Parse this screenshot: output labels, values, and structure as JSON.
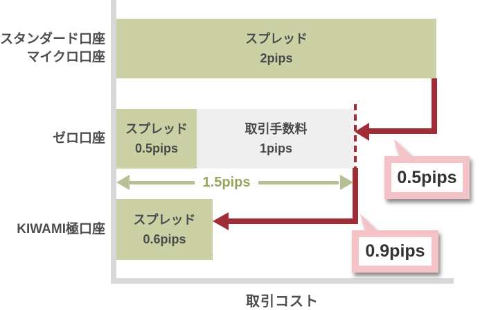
{
  "chart_data": {
    "type": "bar",
    "orientation": "horizontal",
    "title": "",
    "xlabel": "取引コスト",
    "unit": "pips",
    "categories": [
      "スタンダード口座・マイクロ口座",
      "ゼロ口座",
      "KIWAMI極口座"
    ],
    "series": [
      {
        "name": "スプレッド",
        "values": [
          2,
          0.5,
          0.6
        ]
      },
      {
        "name": "取引手数料",
        "values": [
          0,
          1,
          0
        ]
      }
    ],
    "totals_pips": [
      2,
      1.5,
      0.6
    ],
    "annotations": [
      {
        "text": "1.5pips",
        "type": "total-measure-arrow",
        "row": "ゼロ口座"
      },
      {
        "text": "0.5pips",
        "type": "difference-callout",
        "between": [
          "スタンダード口座・マイクロ口座",
          "ゼロ口座"
        ]
      },
      {
        "text": "0.9pips",
        "type": "difference-callout",
        "between": [
          "ゼロ口座",
          "KIWAMI極口座"
        ]
      }
    ],
    "xlim": [
      0,
      2.3
    ],
    "grid": false,
    "legend": false
  },
  "rows": {
    "standard": {
      "name_line1": "スタンダード口座",
      "name_line2": "マイクロ口座",
      "bar_line1": "スプレッド",
      "bar_line2": "2pips"
    },
    "zero": {
      "name": "ゼロ口座",
      "spread_line1": "スプレッド",
      "spread_line2": "0.5pips",
      "fee_line1": "取引手数料",
      "fee_line2": "1pips"
    },
    "kiwami": {
      "name": "KIWAMI極口座",
      "bar_line1": "スプレッド",
      "bar_line2": "0.6pips"
    }
  },
  "measure": {
    "label": "1.5pips"
  },
  "callouts": {
    "zero_diff": "0.5pips",
    "kiwami_diff": "0.9pips"
  },
  "x_axis": {
    "label": "取引コスト"
  },
  "colors": {
    "spread_bar": "#cbd1a5",
    "fee_box": "#efefef",
    "axis": "#d8d8d8",
    "diff_arrow_red": "#a02d36",
    "callout_pink": "#f4c3c8",
    "measure_olive": "#b9bf94",
    "measure_text": "#98a55e",
    "text_dark": "#4a4a4a"
  }
}
